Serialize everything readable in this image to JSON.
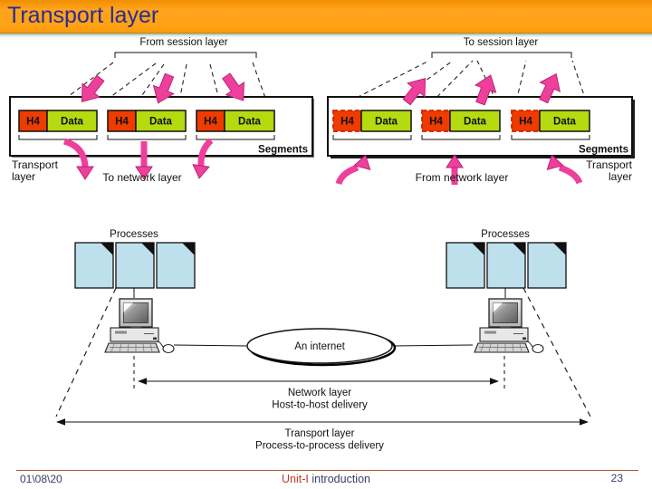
{
  "slide": {
    "title": "Transport layer",
    "footer": {
      "date": "01\\08\\20",
      "course": "Unit-I",
      "course_rest": "introduction",
      "page": "23"
    }
  },
  "colors": {
    "header_bg": "#FFA113",
    "title_text": "#2B2B96",
    "h4_fill": "#EE3B00",
    "data_fill": "#B5DA10",
    "arrow_pink": "#EF3F9C",
    "doc_fill": "#BEDFEC",
    "footer_text": "#3A3A6E",
    "footer_accent": "#C03A2B",
    "footer_line": "#B05A2A"
  },
  "sender": {
    "top_label": "From session layer",
    "segments": [
      {
        "header": "H4",
        "payload": "Data"
      },
      {
        "header": "H4",
        "payload": "Data"
      },
      {
        "header": "H4",
        "payload": "Data"
      }
    ],
    "segments_label": "Segments",
    "layer_label_1": "Transport",
    "layer_label_2": "layer",
    "bottom_label": "To network layer"
  },
  "receiver": {
    "top_label": "To session layer",
    "segments": [
      {
        "header": "H4",
        "payload": "Data"
      },
      {
        "header": "H4",
        "payload": "Data"
      },
      {
        "header": "H4",
        "payload": "Data"
      }
    ],
    "segments_label": "Segments",
    "layer_label_1": "Transport",
    "layer_label_2": "layer",
    "bottom_label": "From network layer"
  },
  "internet": {
    "processes_left": "Processes",
    "processes_right": "Processes",
    "cloud": "An internet",
    "network_line1": "Network layer",
    "network_line2": "Host-to-host delivery",
    "transport_line1": "Transport layer",
    "transport_line2": "Process-to-process delivery"
  }
}
